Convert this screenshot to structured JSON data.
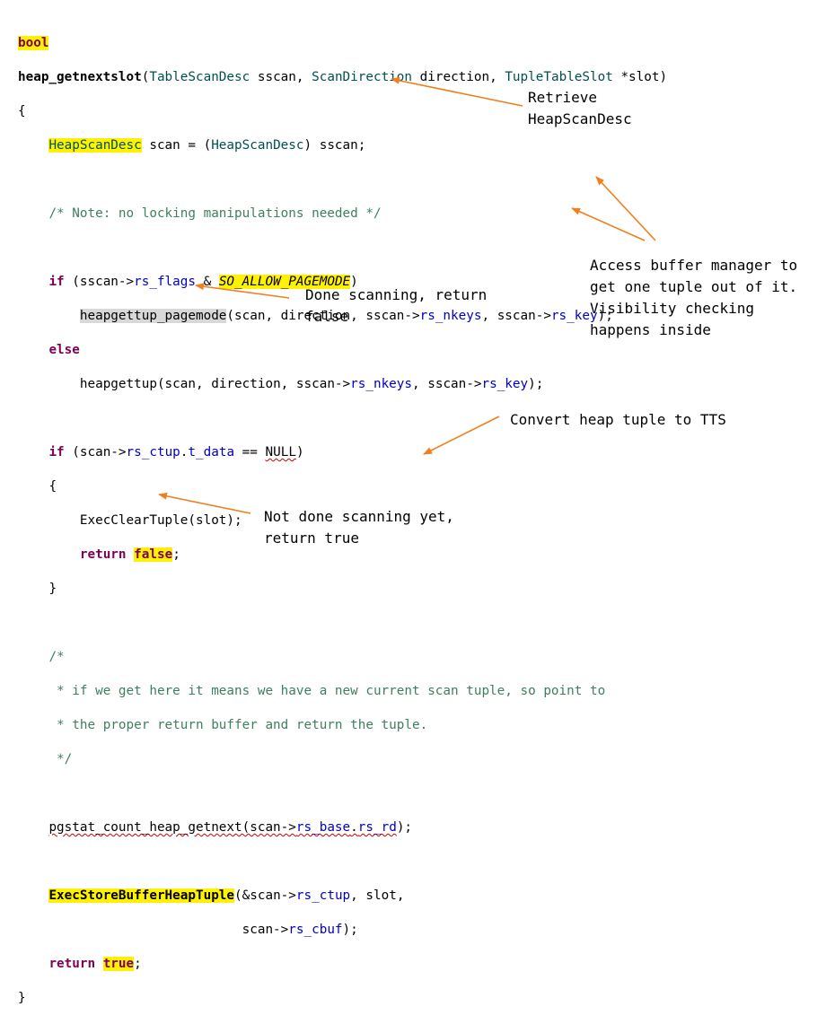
{
  "code": {
    "l1": {
      "kw": "bool"
    },
    "l2": {
      "name": "heap_getnextslot",
      "open": "(",
      "t1": "TableScanDesc",
      "a1": " sscan, ",
      "t2": "ScanDirection",
      "a2": " direction, ",
      "t3": "TupleTableSlot",
      "a3": " *slot)"
    },
    "l3": {
      "text": "{"
    },
    "l4": {
      "type": "HeapScanDesc",
      "mid": " scan = (",
      "type2": "HeapScanDesc",
      "end": ") sscan;"
    },
    "l6": {
      "comment": "/* Note: no locking manipulations needed */"
    },
    "l8": {
      "kw": "if",
      "a": " (sscan->",
      "f": "rs_flags",
      "b": " & ",
      "c": "SO_ALLOW_PAGEMODE",
      "d": ")"
    },
    "l9": {
      "fn": "heapgettup_pagemode",
      "a": "(scan, direction, sscan->",
      "f1": "rs_nkeys",
      "b": ", sscan->",
      "f2": "rs_key",
      "c": ");"
    },
    "l10": {
      "kw": "else"
    },
    "l11": {
      "fn": "heapgettup",
      "a": "(scan, direction, sscan->",
      "f1": "rs_nkeys",
      "b": ", sscan->",
      "f2": "rs_key",
      "c": ");"
    },
    "l13": {
      "kw": "if",
      "a": " (scan->",
      "f": "rs_ctup",
      "b": ".",
      "f2": "t_data",
      "c": " == ",
      "d": "NULL",
      "e": ")"
    },
    "l14": {
      "text": "{"
    },
    "l15": {
      "text": "ExecClearTuple(slot);"
    },
    "l16": {
      "kw": "return",
      "sp": " ",
      "val": "false",
      "end": ";"
    },
    "l17": {
      "text": "}"
    },
    "l19": {
      "text": "/*"
    },
    "l20": {
      "text": " * if we get here it means we have a new current scan tuple, so point to"
    },
    "l21": {
      "text": " * the proper return buffer and return the tuple."
    },
    "l22": {
      "text": " */"
    },
    "l24": {
      "a": "pgstat_count_heap_getnext(scan->",
      "f1": "rs_base",
      "b": ".",
      "f2": "rs_rd",
      "c": ");"
    },
    "l26": {
      "fn": "ExecStoreBufferHeapTuple",
      "a": "(&scan->",
      "f1": "rs_ctup",
      "b": ", slot,"
    },
    "l27": {
      "a": "scan->",
      "f1": "rs_cbuf",
      "b": ");"
    },
    "l28": {
      "kw": "return",
      "sp": " ",
      "val": "true",
      "end": ";"
    },
    "l29": {
      "text": "}"
    }
  },
  "annotations": {
    "retrieve": "Retrieve\nHeapScanDesc",
    "access": "Access buffer manager to\nget one tuple out of it.\nVisibility checking\nhappens inside",
    "done": "Done scanning, return\nfalse",
    "convert": "Convert heap tuple to TTS",
    "notdone": "Not done scanning yet,\nreturn true"
  },
  "colors": {
    "highlight": "#fff200",
    "arrow": "#f07f1e",
    "keyword": "#7f0055",
    "type": "#005050",
    "field": "#0000c0",
    "comment": "#3f7f5f"
  }
}
